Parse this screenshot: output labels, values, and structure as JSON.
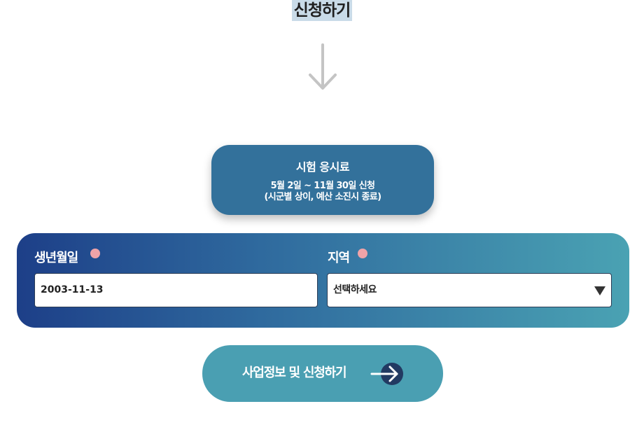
{
  "header": {
    "title": "신청하기"
  },
  "fee_card": {
    "title": "시험 응시료",
    "period": "5월 2일 ~ 11월 30일 신청",
    "note": "(시군별 상이, 예산 소진시 종료)"
  },
  "form": {
    "birth_label": "생년월일",
    "birth_value": "2003-11-13",
    "region_label": "지역",
    "region_selected": "선택하세요"
  },
  "submit": {
    "label": "사업정보 및 신청하기"
  },
  "colors": {
    "panel_gradient_start": "#1d3f88",
    "panel_gradient_end": "#4aa2b3",
    "fee_card_bg": "#33719b",
    "button_bg": "#4a9fb2",
    "required_dot": "#f0a3a8",
    "arrow_circle": "#223a62"
  },
  "icons": {
    "down_arrow": "arrow-down-icon",
    "required": "required-dot-icon",
    "select_caret": "caret-down-icon",
    "submit_arrow": "arrow-right-circle-icon"
  }
}
